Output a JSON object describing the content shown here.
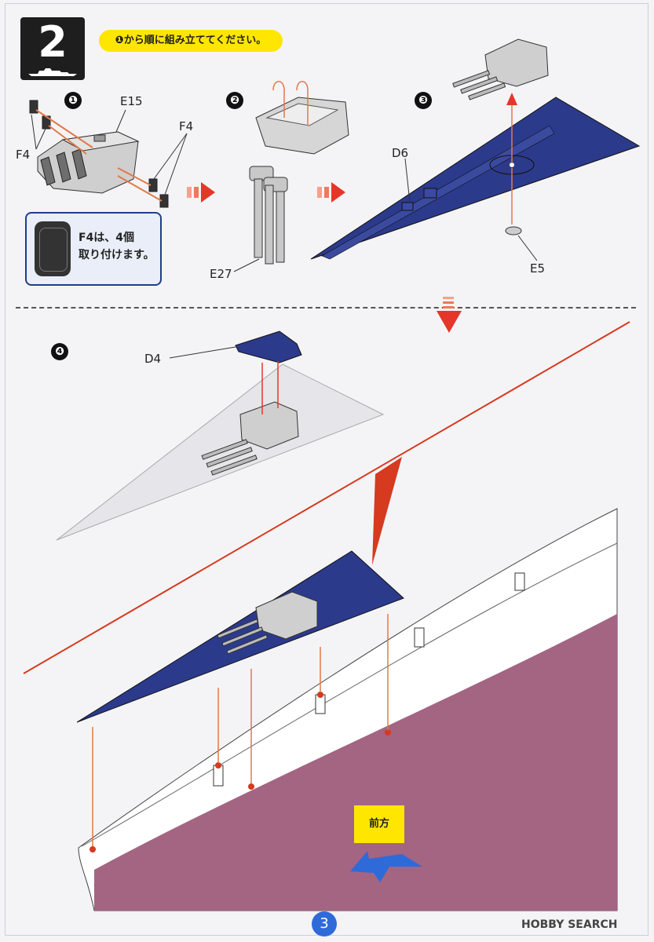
{
  "step": {
    "number": "2"
  },
  "instruction": "❶から順に組み立ててください。",
  "substeps": [
    "❶",
    "❷",
    "❸",
    "❹"
  ],
  "parts": {
    "e15": "E15",
    "f4_left": "F4",
    "f4_right": "F4",
    "e27": "E27",
    "d6": "D6",
    "e5": "E5",
    "d4": "D4"
  },
  "callout": {
    "text": "F4は、4個\n取り付けます。"
  },
  "direction": {
    "label": "前方"
  },
  "page": {
    "number": "3"
  },
  "watermark": {
    "text": "HOBBY SEARCH"
  },
  "colors": {
    "deck_blue": "#2c3a8c",
    "hull_white": "#ffffff",
    "hull_red": "#a36582",
    "guide_red": "#d63a1f",
    "note_yellow": "#ffe600",
    "arrow_blue": "#2f6ad9"
  }
}
